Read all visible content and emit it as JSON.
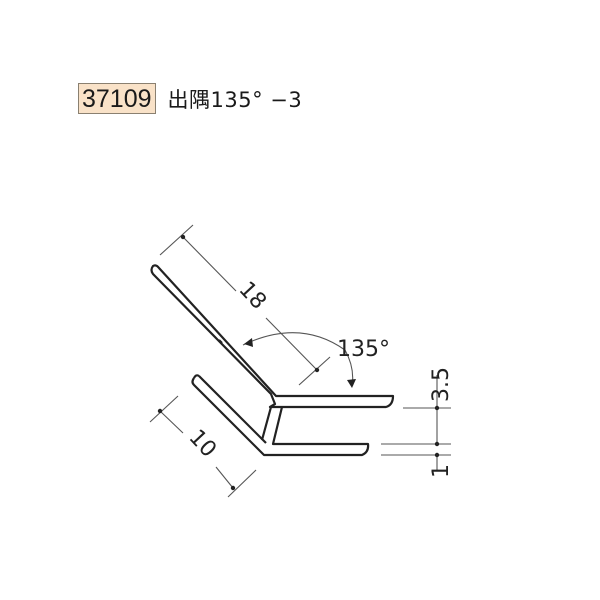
{
  "header": {
    "part_number": "37109",
    "title": "出隅135° −3"
  },
  "drawing": {
    "angle_label": "135°",
    "dimensions": {
      "upper_arm_length": "18",
      "lower_arm_length": "10",
      "gap": "3.5",
      "thickness": "1"
    }
  },
  "colors": {
    "badge_background": "#f9e2c8",
    "badge_border": "#8a8070",
    "line": "#222222",
    "dimension_line": "#555555"
  }
}
